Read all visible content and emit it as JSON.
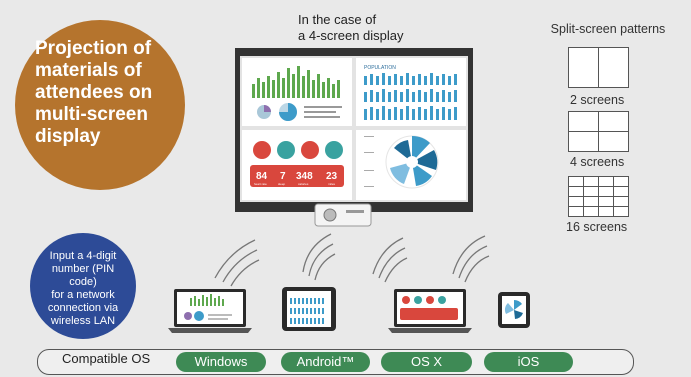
{
  "headline": "Projection of\nmaterials of\nattendees on\nmulti-screen\ndisplay",
  "screen_caption": "In the case of\na 4-screen display",
  "split_screen": {
    "title": "Split-screen patterns",
    "patterns": [
      {
        "label": "2 screens",
        "cols": 2,
        "rows": 1
      },
      {
        "label": "4 screens",
        "cols": 2,
        "rows": 2
      },
      {
        "label": "16 screens",
        "cols": 4,
        "rows": 4
      }
    ]
  },
  "pin_text": "Input a 4-digit\nnumber (PIN code)\nfor a network\nconnection via\nwireless LAN",
  "os_bar": {
    "label": "Compatible OS",
    "items": [
      "Windows",
      "Android™",
      "OS X",
      "iOS"
    ]
  },
  "panel_texts": {
    "population": "POPULATION",
    "stats": [
      "84",
      "7",
      "348",
      "23"
    ],
    "stat_labels": [
      "heart rate",
      "sleep",
      "calories",
      "miles"
    ]
  },
  "colors": {
    "orange": "#b5742d",
    "blue_circle": "#2d4b97",
    "green_pill": "#3e8a55",
    "chart_green": "#5ea84e",
    "chart_blue": "#3d9bc9",
    "chart_red": "#d9473d"
  }
}
